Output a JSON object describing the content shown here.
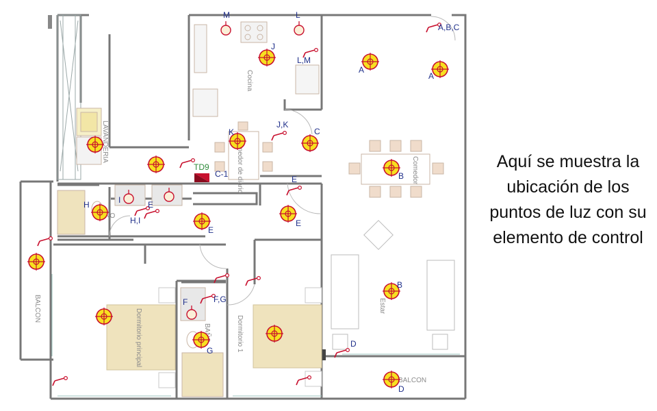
{
  "caption": "Aquí se muestra la ubicación de los puntos de luz con su elemento de control",
  "panel": {
    "name": "TD9",
    "circuit": "C-1"
  },
  "rooms": {
    "lavanderia": "LAVANDERIA",
    "cocina": "Cocina",
    "comedor_diario": "Comedor de diario",
    "comedor": "Comedor",
    "estar": "Estar",
    "balcon": "BALCON",
    "bano1": "BAÑO",
    "bano2": "BAÑO",
    "dormitorio_principal": "Dormitorio principal",
    "dormitorio1": "Dormitorio 1",
    "balcon_estar": "BALCON"
  },
  "light_labels": {
    "M": "M",
    "L": "L",
    "J": "J",
    "A1": "A",
    "A2": "A",
    "K": "K",
    "C": "C",
    "B1": "B",
    "B2": "B",
    "I": "I",
    "H": "H",
    "E1": "E",
    "E2": "E",
    "F": "F",
    "G": "G",
    "D": "D"
  },
  "switch_labels": {
    "ABC": "A,B,C",
    "LM": "L,M",
    "JK": "J,K",
    "E1": "E",
    "E2": "E",
    "HI": "H,I",
    "FG": "F,G",
    "D": "D"
  },
  "colors": {
    "wall": "#777777",
    "light_fill": "#f7e020",
    "light_ring": "#c8102e",
    "label": "#1f2f8a",
    "furniture": "#f0dccb",
    "bed": "#efe3bd",
    "panel_label": "#2e8b3a"
  }
}
